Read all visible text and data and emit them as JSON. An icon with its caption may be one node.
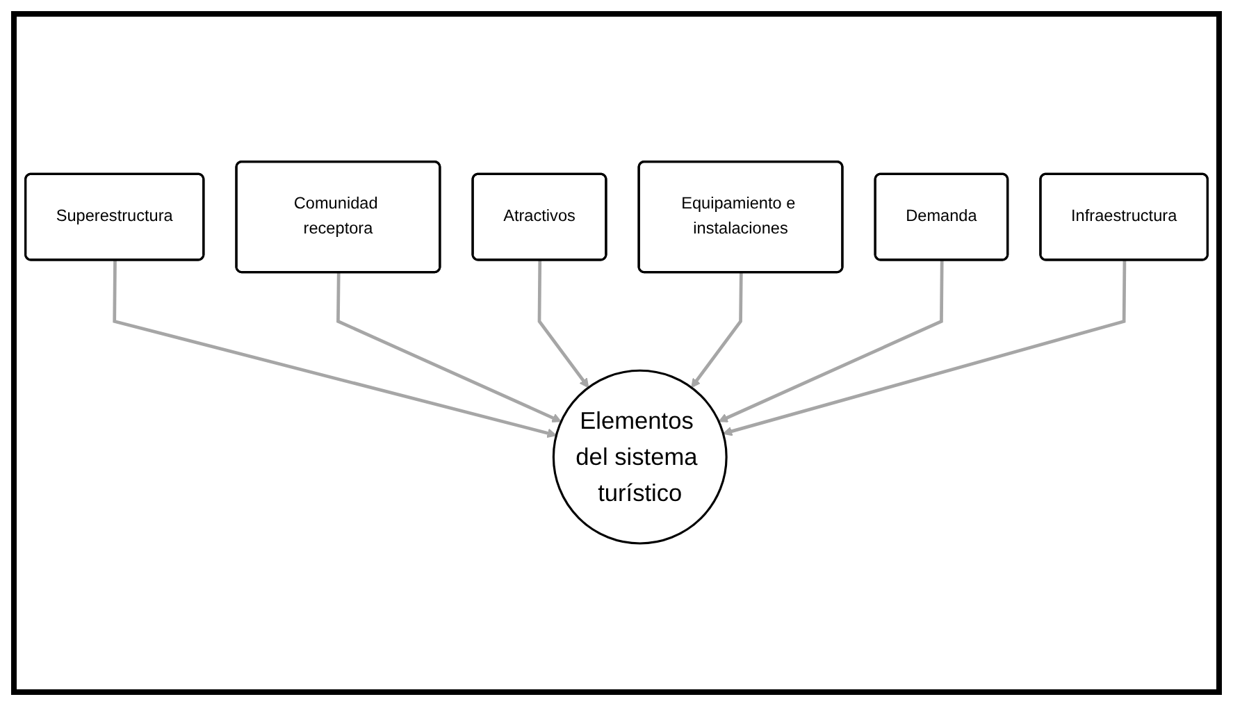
{
  "diagram": {
    "nodes": [
      {
        "text": [
          "Comunidad receptora"
        ]
      },
      {
        "text": [
          "Atractivos"
        ]
      },
      {
        "text": [
          "Superestructura"
        ]
      },
      {
        "text": [
          "Equipamiento e instalaciones"
        ]
      },
      {
        "text": [
          "Elementos del sistema turístico"
        ]
      },
      {
        "text": [
          "Demanda"
        ]
      },
      {
        "text": [
          "Infraestructura"
        ]
      }
    ],
    "edges": [
      {
        "from": 2,
        "to": 4,
        "arrow": "to"
      },
      {
        "from": 0,
        "to": 4,
        "arrow": "to"
      },
      {
        "from": 1,
        "to": 4,
        "arrow": "to"
      },
      {
        "from": 3,
        "to": 4,
        "arrow": "to"
      },
      {
        "from": 5,
        "to": 4,
        "arrow": "to"
      },
      {
        "from": 6,
        "to": 4,
        "arrow": "to"
      }
    ]
  }
}
